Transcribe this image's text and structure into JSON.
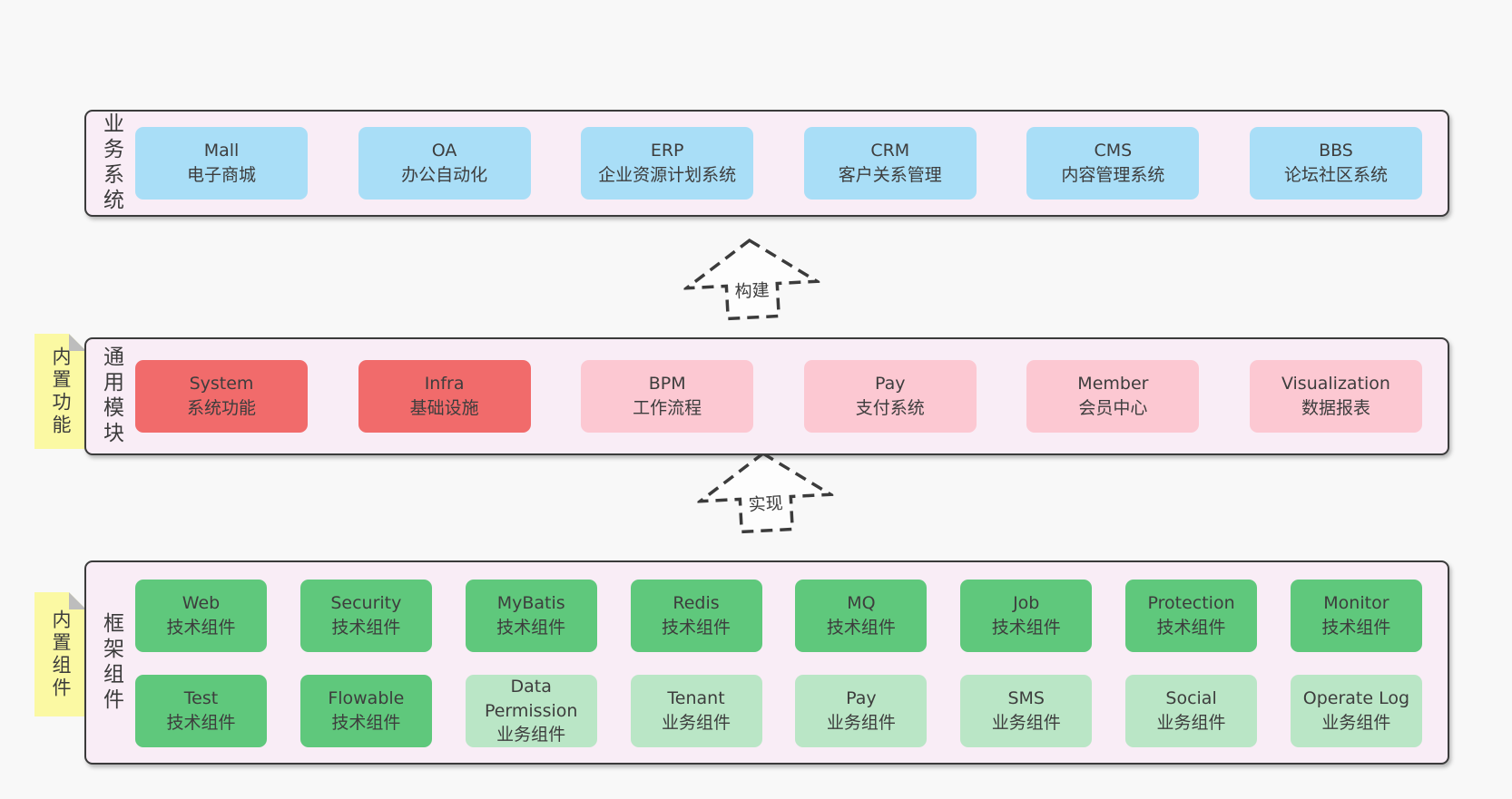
{
  "colors": {
    "page_bg": "#f8f8f8",
    "panel_bg": "#f9edf6",
    "panel_border": "#3b3b3b",
    "blue": "#a9def7",
    "red": "#f16b6b",
    "pink": "#fcc8d2",
    "green": "#5fc87c",
    "light_green": "#bae6c6",
    "sticky_yellow": "#fbf9a3",
    "sticky_fold": "#bdbdbd",
    "text": "#3d3d3d"
  },
  "top_section": {
    "label": "业务系统",
    "items": [
      {
        "title": "Mall",
        "subtitle": "电子商城"
      },
      {
        "title": "OA",
        "subtitle": "办公自动化"
      },
      {
        "title": "ERP",
        "subtitle": "企业资源计划系统"
      },
      {
        "title": "CRM",
        "subtitle": "客户关系管理"
      },
      {
        "title": "CMS",
        "subtitle": "内容管理系统"
      },
      {
        "title": "BBS",
        "subtitle": "论坛社区系统"
      }
    ]
  },
  "arrows": [
    {
      "label": "构建"
    },
    {
      "label": "实现"
    }
  ],
  "middle_section": {
    "label": "通用模块",
    "sticky": "内置功能",
    "items": [
      {
        "title": "System",
        "subtitle": "系统功能",
        "variant": "red"
      },
      {
        "title": "Infra",
        "subtitle": "基础设施",
        "variant": "red"
      },
      {
        "title": "BPM",
        "subtitle": "工作流程",
        "variant": "pink"
      },
      {
        "title": "Pay",
        "subtitle": "支付系统",
        "variant": "pink"
      },
      {
        "title": "Member",
        "subtitle": "会员中心",
        "variant": "pink"
      },
      {
        "title": "Visualization",
        "subtitle": "数据报表",
        "variant": "pink"
      }
    ]
  },
  "bottom_section": {
    "label": "框架组件",
    "sticky": "内置组件",
    "row1": [
      {
        "title": "Web",
        "subtitle": "技术组件",
        "variant": "green"
      },
      {
        "title": "Security",
        "subtitle": "技术组件",
        "variant": "green"
      },
      {
        "title": "MyBatis",
        "subtitle": "技术组件",
        "variant": "green"
      },
      {
        "title": "Redis",
        "subtitle": "技术组件",
        "variant": "green"
      },
      {
        "title": "MQ",
        "subtitle": "技术组件",
        "variant": "green"
      },
      {
        "title": "Job",
        "subtitle": "技术组件",
        "variant": "green"
      },
      {
        "title": "Protection",
        "subtitle": "技术组件",
        "variant": "green"
      },
      {
        "title": "Monitor",
        "subtitle": "技术组件",
        "variant": "green"
      }
    ],
    "row2": [
      {
        "title": "Test",
        "subtitle": "技术组件",
        "variant": "green"
      },
      {
        "title": "Flowable",
        "subtitle": "技术组件",
        "variant": "green"
      },
      {
        "title": "Data Permission",
        "subtitle": "业务组件",
        "variant": "light_green"
      },
      {
        "title": "Tenant",
        "subtitle": "业务组件",
        "variant": "light_green"
      },
      {
        "title": "Pay",
        "subtitle": "业务组件",
        "variant": "light_green"
      },
      {
        "title": "SMS",
        "subtitle": "业务组件",
        "variant": "light_green"
      },
      {
        "title": "Social",
        "subtitle": "业务组件",
        "variant": "light_green"
      },
      {
        "title": "Operate Log",
        "subtitle": "业务组件",
        "variant": "light_green"
      }
    ]
  }
}
